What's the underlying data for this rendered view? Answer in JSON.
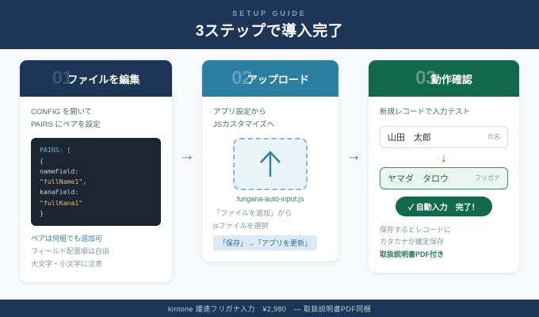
{
  "header": {
    "eyebrow": "SETUP GUIDE",
    "headline": "3ステップで導入完了"
  },
  "colors": {
    "navy": "#1d3557",
    "teal": "#2b7fa0",
    "green": "#13694b",
    "background": "#f7f9fb",
    "code_bg": "#1c2633"
  },
  "connector_arrow": "→",
  "steps": [
    {
      "number": "01",
      "title": "ファイルを編集",
      "lead": "CONFIG を開いて\nPAIRS にペアを設定",
      "code_lines": [
        {
          "text": "PAIRS: [",
          "kind": "keyword"
        },
        {
          "text": "{",
          "kind": "plain"
        },
        {
          "text": "nameField:",
          "kind": "plain"
        },
        {
          "text": "\"fullName1\",",
          "kind": "string"
        },
        {
          "text": "kanaField:",
          "kind": "plain"
        },
        {
          "text": "\"fullKana1\"",
          "kind": "string"
        },
        {
          "text": "}",
          "kind": "plain"
        }
      ],
      "notes": [
        {
          "text": "ペアは何組でも追加可",
          "kind": "highlight"
        },
        {
          "text": "フィールド配置順は自由",
          "kind": "normal"
        },
        {
          "text": "大文字・小文字に注意",
          "kind": "normal"
        }
      ]
    },
    {
      "number": "02",
      "title": "アップロード",
      "lead": "アプリ設定から\nJSカスタマイズへ",
      "dropzone_icon": "↑",
      "file_name": "furigana-auto-input.js",
      "notes": [
        {
          "text": "「ファイルを追加」から",
          "kind": "normal"
        },
        {
          "text": "jsファイルを選択",
          "kind": "normal"
        }
      ],
      "badge": "「保存」→「アプリを更新」"
    },
    {
      "number": "03",
      "title": "動作確認",
      "lead": "新規レコードで入力テスト",
      "name_field": {
        "value": "山田　太郎",
        "label": "氏名"
      },
      "flow_arrow": "↓",
      "kana_field": {
        "value": "ヤマダ　タロウ",
        "label": "フリガナ"
      },
      "pill": "✓ 自動入力　完了！",
      "notes": [
        {
          "text": "保存するとレコードに",
          "kind": "normal"
        },
        {
          "text": "カタカナが確定保存",
          "kind": "normal"
        },
        {
          "text": "取扱説明書PDF付き",
          "kind": "highlight-green"
        }
      ]
    }
  ],
  "footer": {
    "text": "kintone 爆速フリガナ入力　¥2,980　—  取扱説明書PDF同梱"
  }
}
